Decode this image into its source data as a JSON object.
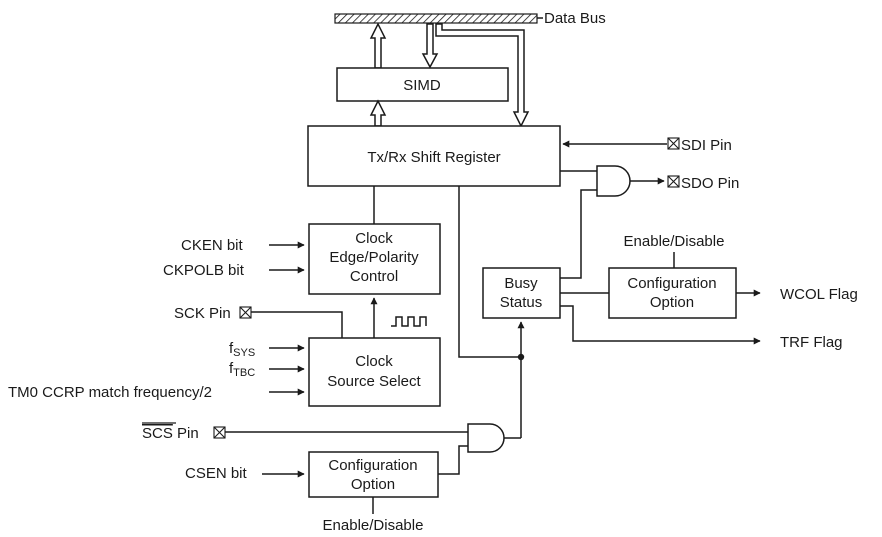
{
  "buses": {
    "data_bus": "Data Bus"
  },
  "blocks": {
    "simd": "SIMD",
    "shift_register": "Tx/Rx Shift Register",
    "clock_edge": [
      "Clock",
      "Edge/Polarity",
      "Control"
    ],
    "clock_source": [
      "Clock",
      "Source Select"
    ],
    "busy_status": [
      "Busy",
      "Status"
    ],
    "config_option_right": [
      "Configuration",
      "Option"
    ],
    "config_option_bottom": [
      "Configuration",
      "Option"
    ]
  },
  "pins": {
    "sdi": "SDI Pin",
    "sdo": "SDO Pin",
    "sck": "SCK Pin",
    "scs": "SCS",
    "scs_suffix": " Pin"
  },
  "inputs": {
    "cken": "CKEN bit",
    "ckpolb": "CKPOLB bit",
    "fsys_main": "f",
    "fsys_sub": "SYS",
    "ftbc_main": "f",
    "ftbc_sub": "TBC",
    "tm0": "TM0 CCRP match frequency/2",
    "csen": "CSEN bit"
  },
  "outputs": {
    "wcol": "WCOL Flag",
    "trf": "TRF Flag"
  },
  "labels": {
    "enable_disable_right": "Enable/Disable",
    "enable_disable_bottom": "Enable/Disable"
  },
  "colors": {
    "ink": "#1a1a1a",
    "background": "#ffffff"
  }
}
